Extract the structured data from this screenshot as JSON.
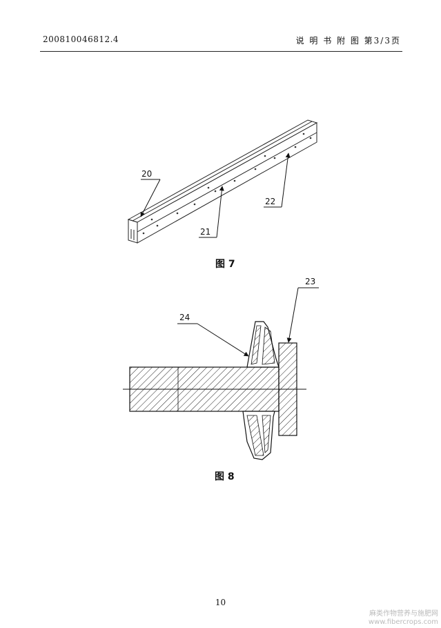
{
  "header": {
    "doc_number": "200810046812.4",
    "section_title": "说 明 书 附 图",
    "page_label": "第3/3页"
  },
  "figure7": {
    "caption": "图 7",
    "labels": {
      "l20": "20",
      "l21": "21",
      "l22": "22"
    }
  },
  "figure8": {
    "caption": "图 8",
    "labels": {
      "l23": "23",
      "l24": "24"
    }
  },
  "footer": {
    "page_number": "10"
  },
  "watermark": {
    "line1": "麻类作物营养与施肥网",
    "line2": "www.fibercrops.com"
  }
}
